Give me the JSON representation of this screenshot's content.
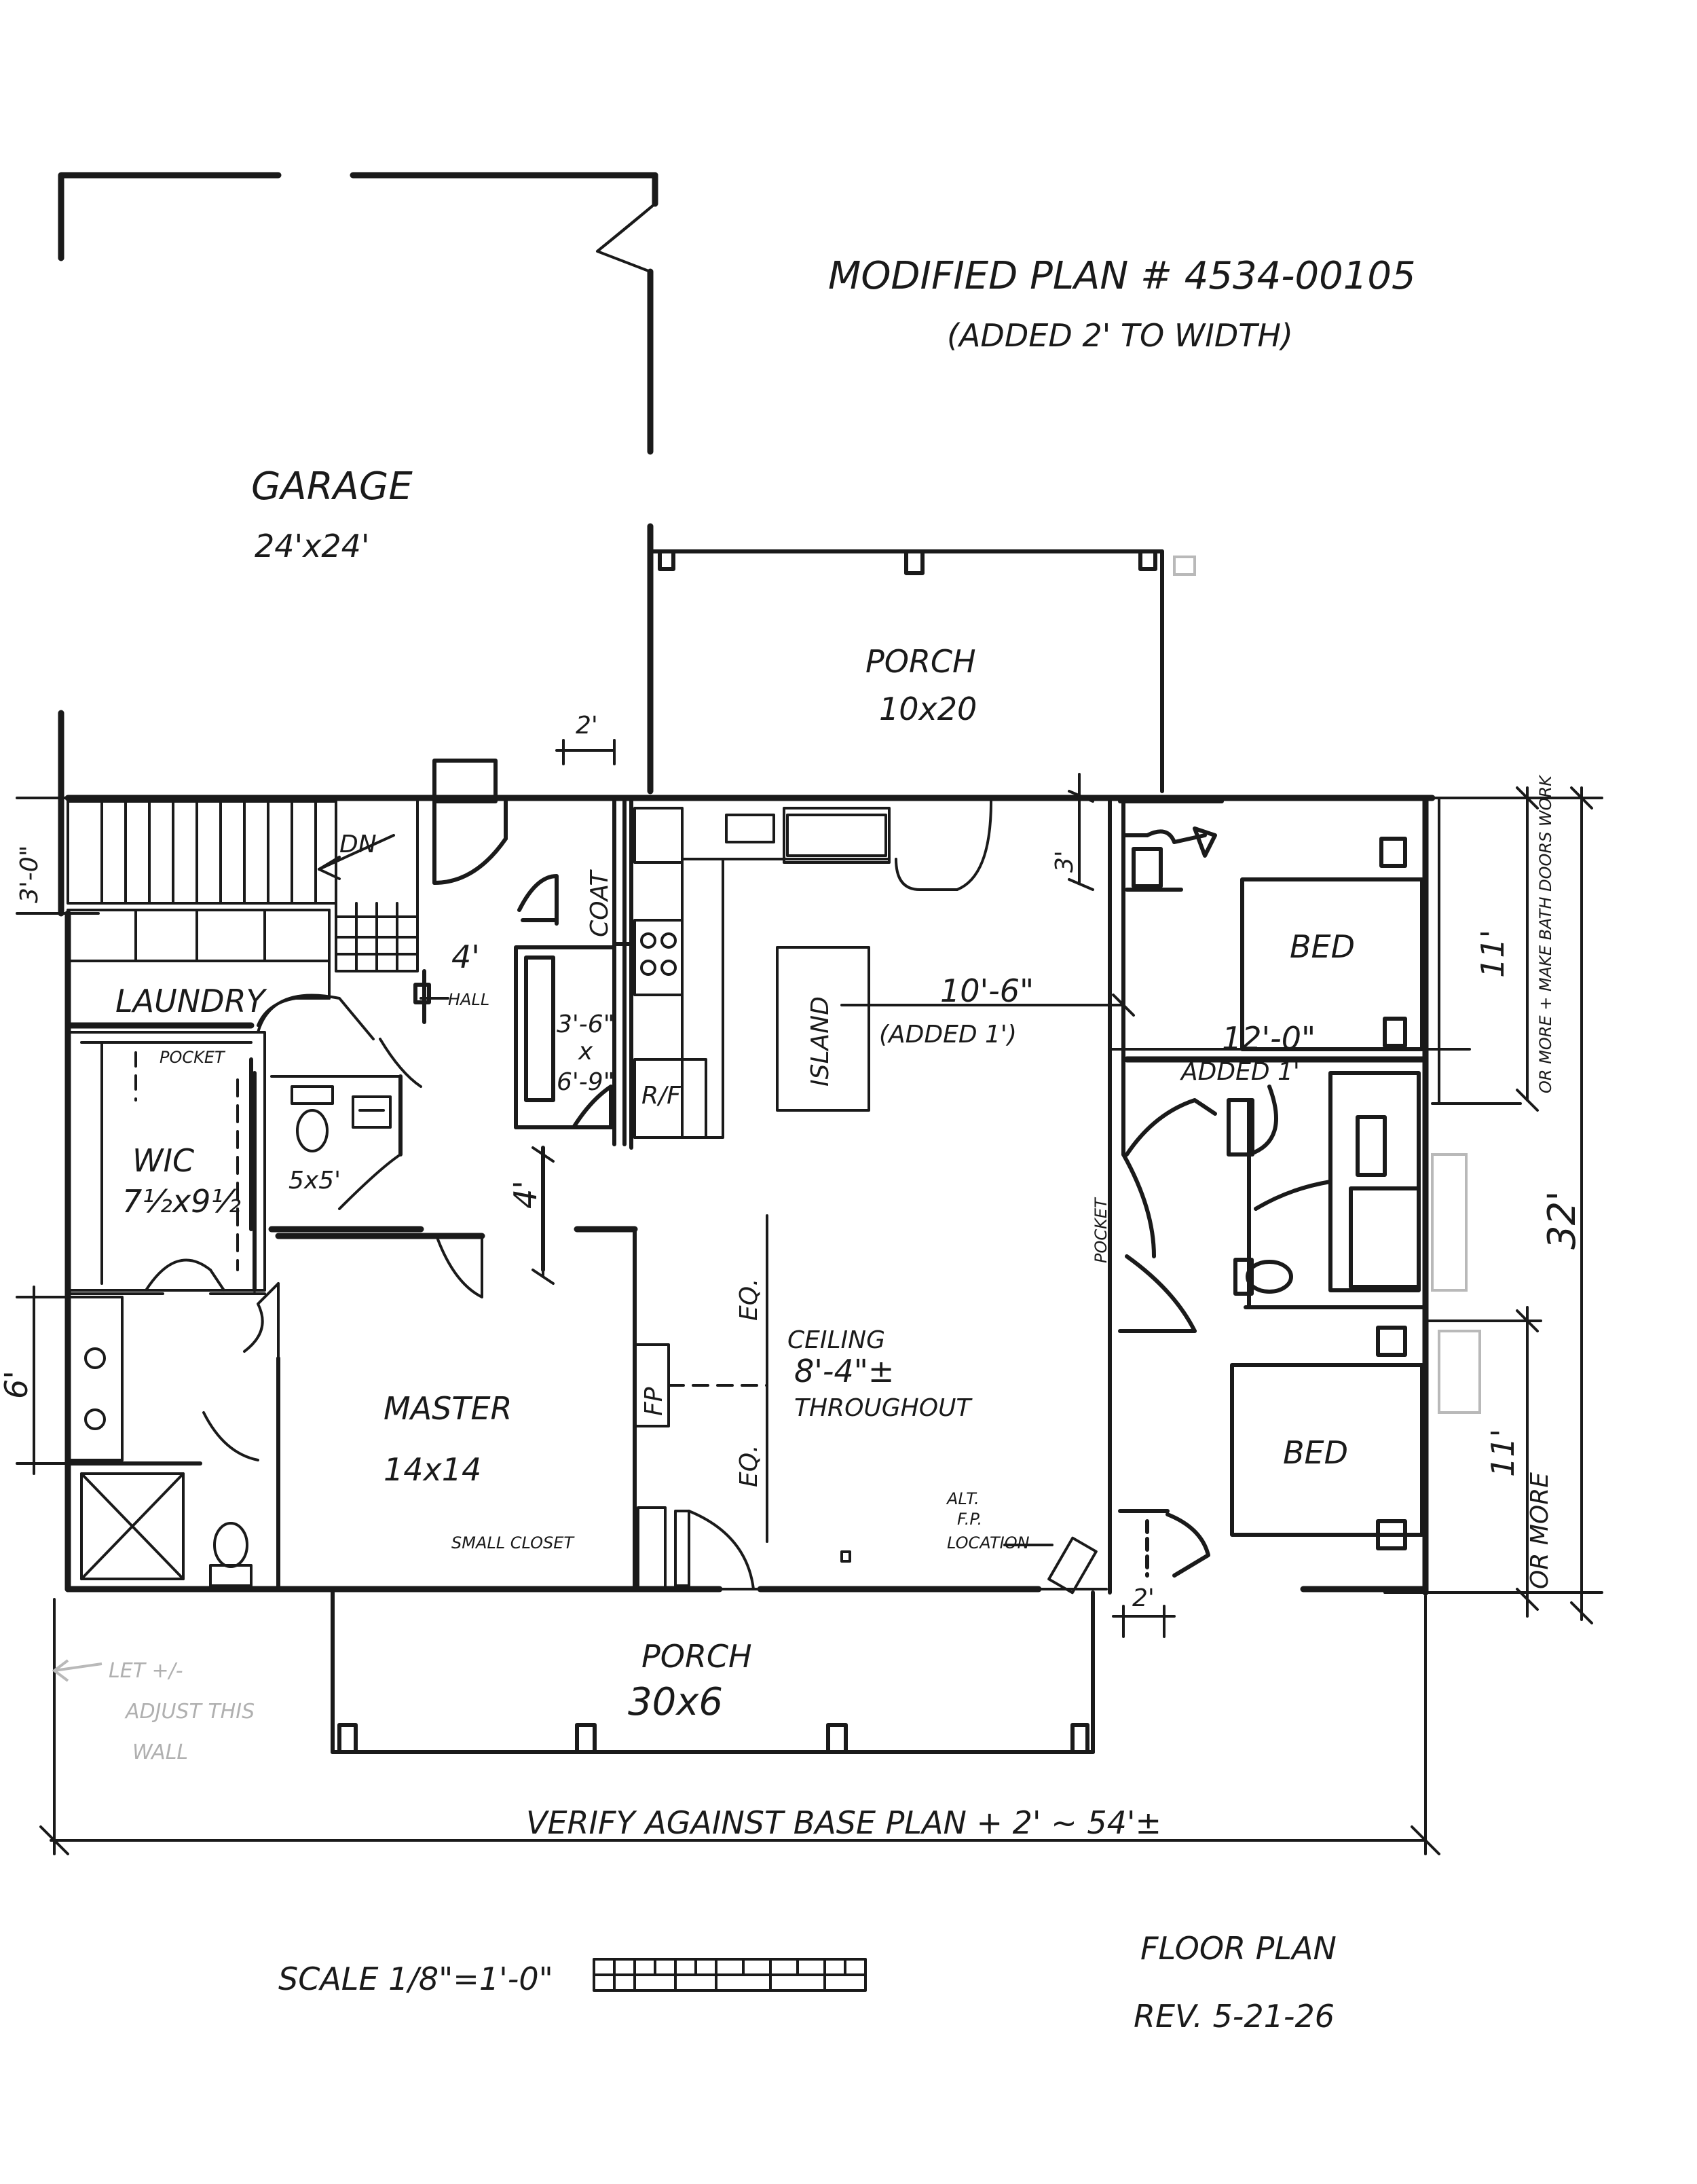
{
  "title": {
    "line1": "MODIFIED PLAN # 4534-00105",
    "line2": "(ADDED 2' TO WIDTH)"
  },
  "rooms": {
    "garage": {
      "name": "GARAGE",
      "size": "24'x24'"
    },
    "rear_porch": {
      "name": "PORCH",
      "size": "10x20"
    },
    "laundry": "LAUNDRY",
    "pocket_top": "POCKET",
    "wic": {
      "name": "WIC",
      "size": "7½x9½"
    },
    "half_bath": "5x5'",
    "hall": "HALL",
    "coat": "COAT",
    "pantry_w": "3'-6\"",
    "pantry_x": "x",
    "pantry_h": "6'-9\"",
    "rf": "R/F",
    "island": "ISLAND",
    "bed1": "BED",
    "bed2": "BED",
    "master": {
      "name": "MASTER",
      "size": "14x14"
    },
    "small_closet": "SMALL CLOSET",
    "fp": "FP",
    "eq1": "EQ.",
    "eq2": "EQ.",
    "ceiling": {
      "line1": "CEILING",
      "line2": "8'-4\"±",
      "line3": "THROUGHOUT"
    },
    "alt_fp": {
      "line1": "ALT.",
      "line2": "F.P.",
      "line3": "LOCATION"
    },
    "pocket_side": "POCKET",
    "front_porch": {
      "name": "PORCH",
      "size": "30x6"
    },
    "dn": "DN"
  },
  "dimensions": {
    "dim_3_0": "3'-0\"",
    "dim_2_top": "2'",
    "dim_3_door": "3'",
    "dim_4_hall": "4'",
    "dim_4_vert": "4'",
    "dim_10_6": "10'-6\"",
    "added_1_a": "(ADDED 1')",
    "dim_12_0": "12'-0\"",
    "added_1_b": "ADDED 1'",
    "dim_11_top": "11'",
    "note_top": "OR MORE + MAKE BATH DOORS WORK",
    "dim_32": "32'",
    "dim_11_bottom": "11'",
    "note_bottom": "OR MORE",
    "dim_6": "6'",
    "dim_2_bottom": "2'",
    "overall": "VERIFY AGAINST BASE PLAN + 2' ~ 54'±"
  },
  "faint_notes": {
    "left_note_line1": "LET +/-",
    "left_note_line2": "ADJUST THIS",
    "left_note_line3": "WALL"
  },
  "footer": {
    "scale": "SCALE 1/8\"=1'-0\"",
    "title": "FLOOR PLAN",
    "rev": "REV. 5-21-26"
  }
}
